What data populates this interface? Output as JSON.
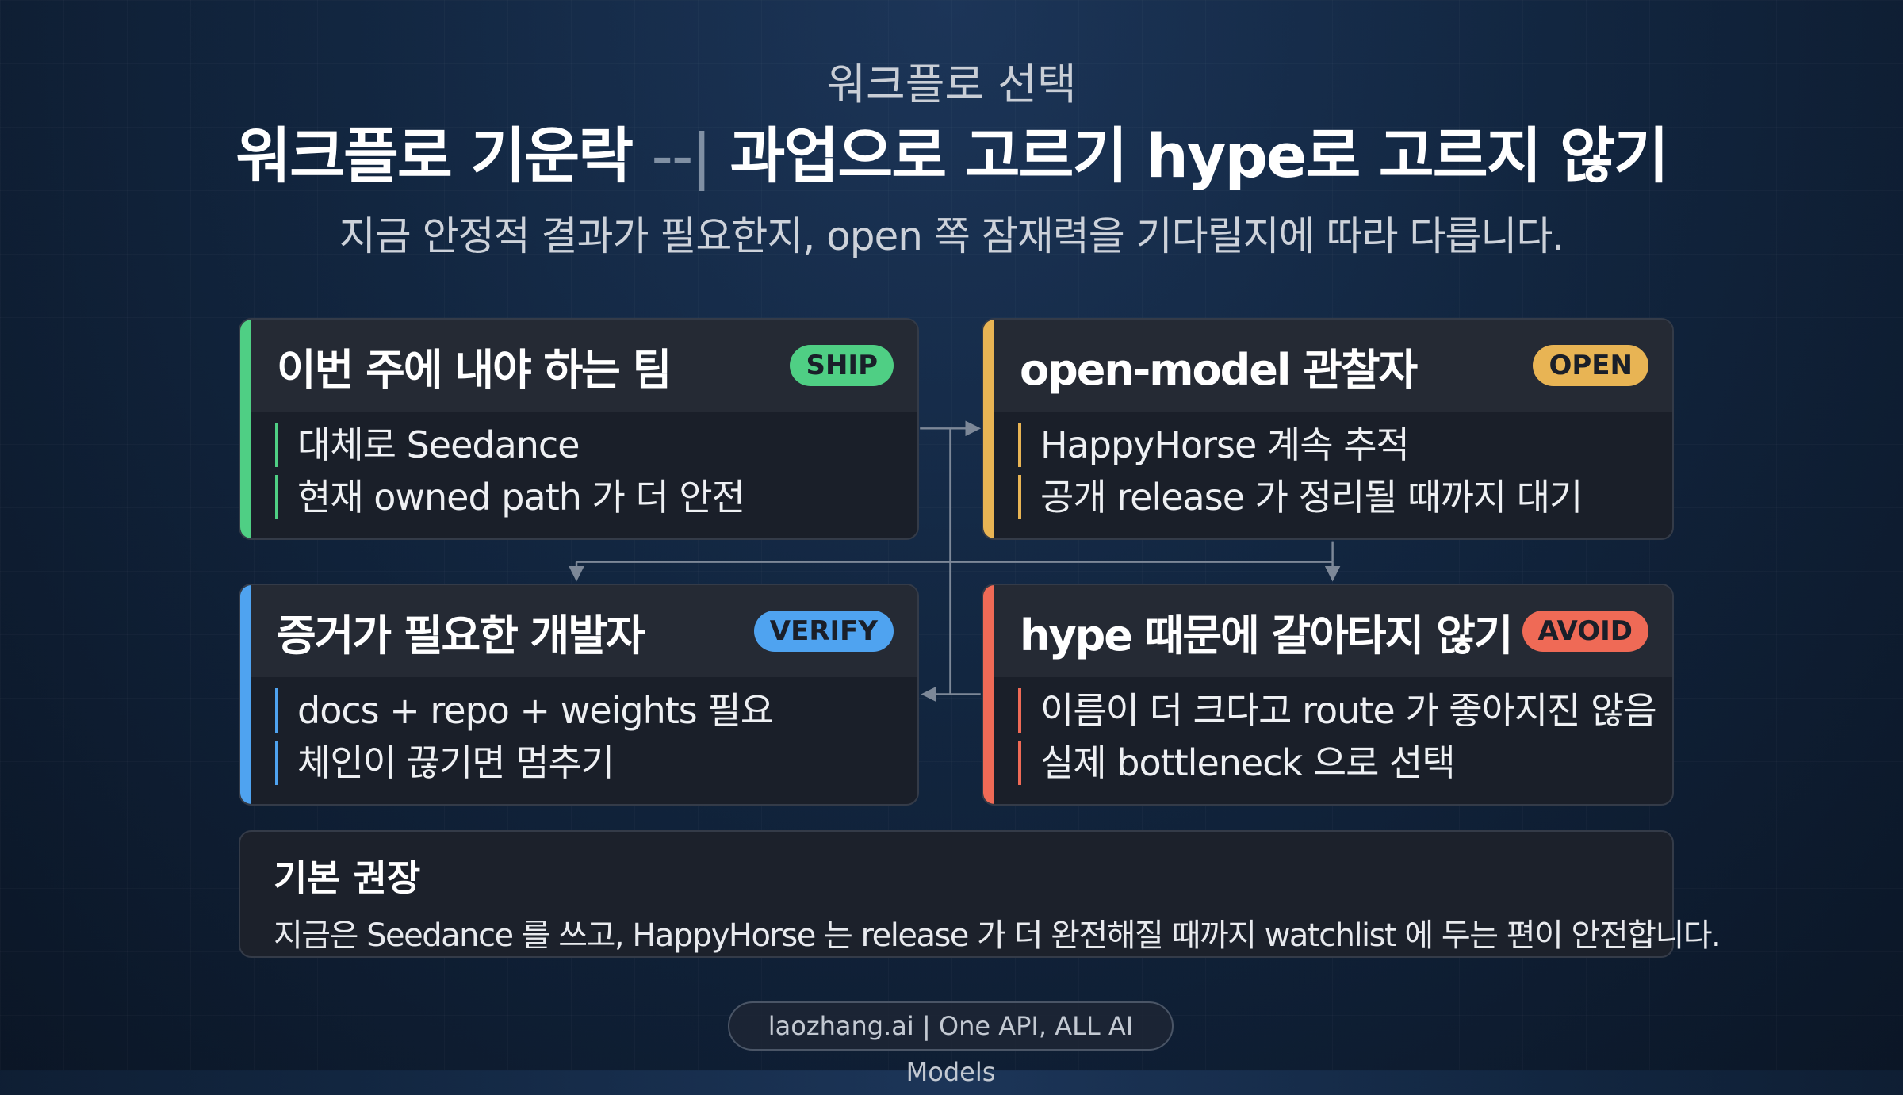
{
  "kicker": "워크플로 선택",
  "title": {
    "left": "워크플로 기운락",
    "sep": "--|",
    "right": "과업으로 고르기 hype로 고르지 않기"
  },
  "subtitle": "지금 안정적 결과가 필요한지, open 쪽 잠재력을 기다릴지에 따라 다릅니다.",
  "cards": [
    {
      "title": "이번 주에 내야 하는 팀",
      "badge": "SHIP",
      "color": "#4fcf84",
      "lines": [
        "대체로 Seedance",
        "현재 owned path 가 더 안전"
      ]
    },
    {
      "title": "open-model 관찰자",
      "badge": "OPEN",
      "color": "#e8b454",
      "lines": [
        "HappyHorse 계속 추적",
        "공개 release 가 정리될 때까지 대기"
      ]
    },
    {
      "title": "증거가 필요한 개발자",
      "badge": "VERIFY",
      "color": "#4fa3f0",
      "lines": [
        "docs + repo + weights 필요",
        "체인이 끊기면 멈추기"
      ]
    },
    {
      "title": "hype 때문에 갈아타지 않기",
      "badge": "AVOID",
      "color": "#ef6a56",
      "lines": [
        "이름이 더 크다고 route 가 좋아지진 않음",
        "실제 bottleneck 으로 선택"
      ]
    }
  ],
  "recommendation": {
    "heading": "기본 권장",
    "text": "지금은 Seedance 를 쓰고, HappyHorse 는 release 가 더 완전해질 때까지 watchlist 에 두는 편이 안전합니다."
  },
  "footer": "laozhang.ai | One API, ALL AI Models"
}
